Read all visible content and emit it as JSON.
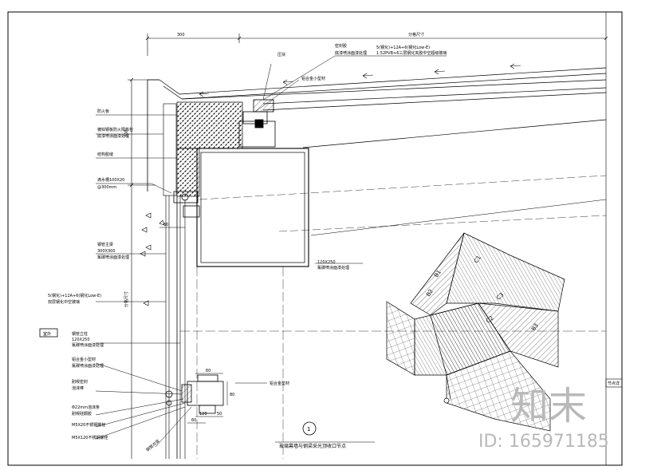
{
  "dims": {
    "top_left": "300",
    "top_right": "分格尺寸",
    "left_side": "300",
    "right_side": "分格尺寸",
    "d60a": "60",
    "d80": "80",
    "d60b": "60",
    "d120": "120",
    "d50": "50",
    "d60c": "60"
  },
  "labels": {
    "glass_spec_top1": "5(钢化)+12A+6(钢化Low-E)",
    "glass_spec_top2": "1.52PVB+6三层钢化夹胶中空超级玻璃",
    "top_note": "底漆喷涂面漆处理",
    "top_note2": "密封胶",
    "press_plate": "压块",
    "alu_profile_top": "铝合金小型材",
    "board_left": "防火板",
    "insul1": "镀锌钢板防火隔热包",
    "insul2": "底漆喷涂面漆处理",
    "joint": "结构胶缝",
    "drip1": "滴水槽100X20",
    "drip2": "@300mm",
    "steel_main1": "钢管主梁",
    "steel_main2": "300X300",
    "steel_main3": "氟碳喷涂面漆处理",
    "glass_left1": "5(钢化)+12A+6(钢化Low-E)",
    "glass_left2": "双层钢化中空玻璃",
    "legend_box": "室外",
    "steel_col1": "钢管立柱",
    "steel_col2": "120X250",
    "steel_col3": "氟碳喷涂面漆处理",
    "alu1": "铝合金小型材",
    "alu2": "氟碳喷涂面漆处理",
    "fix1": "耐候密封",
    "fix2": "泡沫棒",
    "rod1": "Φ22mm泡沫条",
    "rod2": "耐候硅酮胶",
    "bolt1": "M5X20不锈钢螺栓",
    "bolt2": "M5X120不锈钢螺栓",
    "steel_side1": "钢管次梁",
    "steel_side2": "120X250",
    "steel_side3": "氟碳喷涂面漆处理",
    "alu_right": "铝合金型材",
    "right_frame": "节点详"
  },
  "iso_labels": {
    "b1": "B1",
    "c1": "C1",
    "c2": "C2",
    "c3": "C3",
    "b2": "B2",
    "b3": "B3"
  },
  "title": {
    "number": "1",
    "caption": "玻璃幕墙与钢梁采光顶收口节点"
  },
  "watermark": {
    "brand": "知末",
    "id": "ID: 165971185"
  }
}
